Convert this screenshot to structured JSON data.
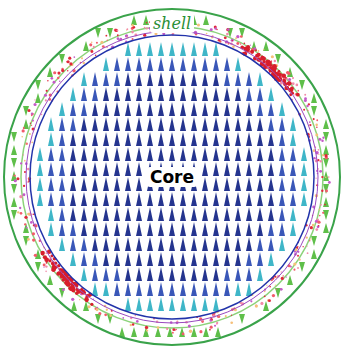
{
  "diagram": {
    "nodes": [
      {
        "text": [
          "shell"
        ]
      },
      {
        "text": [
          "Core"
        ],
        "in": 0
      }
    ]
  }
}
